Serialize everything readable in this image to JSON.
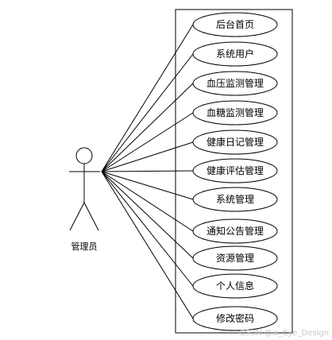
{
  "actor": {
    "label": "管理员"
  },
  "use_cases": [
    {
      "id": "uc-home",
      "label": "后台首页"
    },
    {
      "id": "uc-sys-user",
      "label": "系统用户"
    },
    {
      "id": "uc-bp",
      "label": "血压监测管理"
    },
    {
      "id": "uc-bg",
      "label": "血糖监测管理"
    },
    {
      "id": "uc-diary",
      "label": "健康日记管理"
    },
    {
      "id": "uc-assess",
      "label": "健康评估管理"
    },
    {
      "id": "uc-sys-mgmt",
      "label": "系统管理"
    },
    {
      "id": "uc-notice",
      "label": "通知公告管理"
    },
    {
      "id": "uc-resource",
      "label": "资源管理"
    },
    {
      "id": "uc-profile",
      "label": "个人信息"
    },
    {
      "id": "uc-password",
      "label": "修改密码"
    }
  ],
  "watermark": "CSDN @w_Eye_Design"
}
